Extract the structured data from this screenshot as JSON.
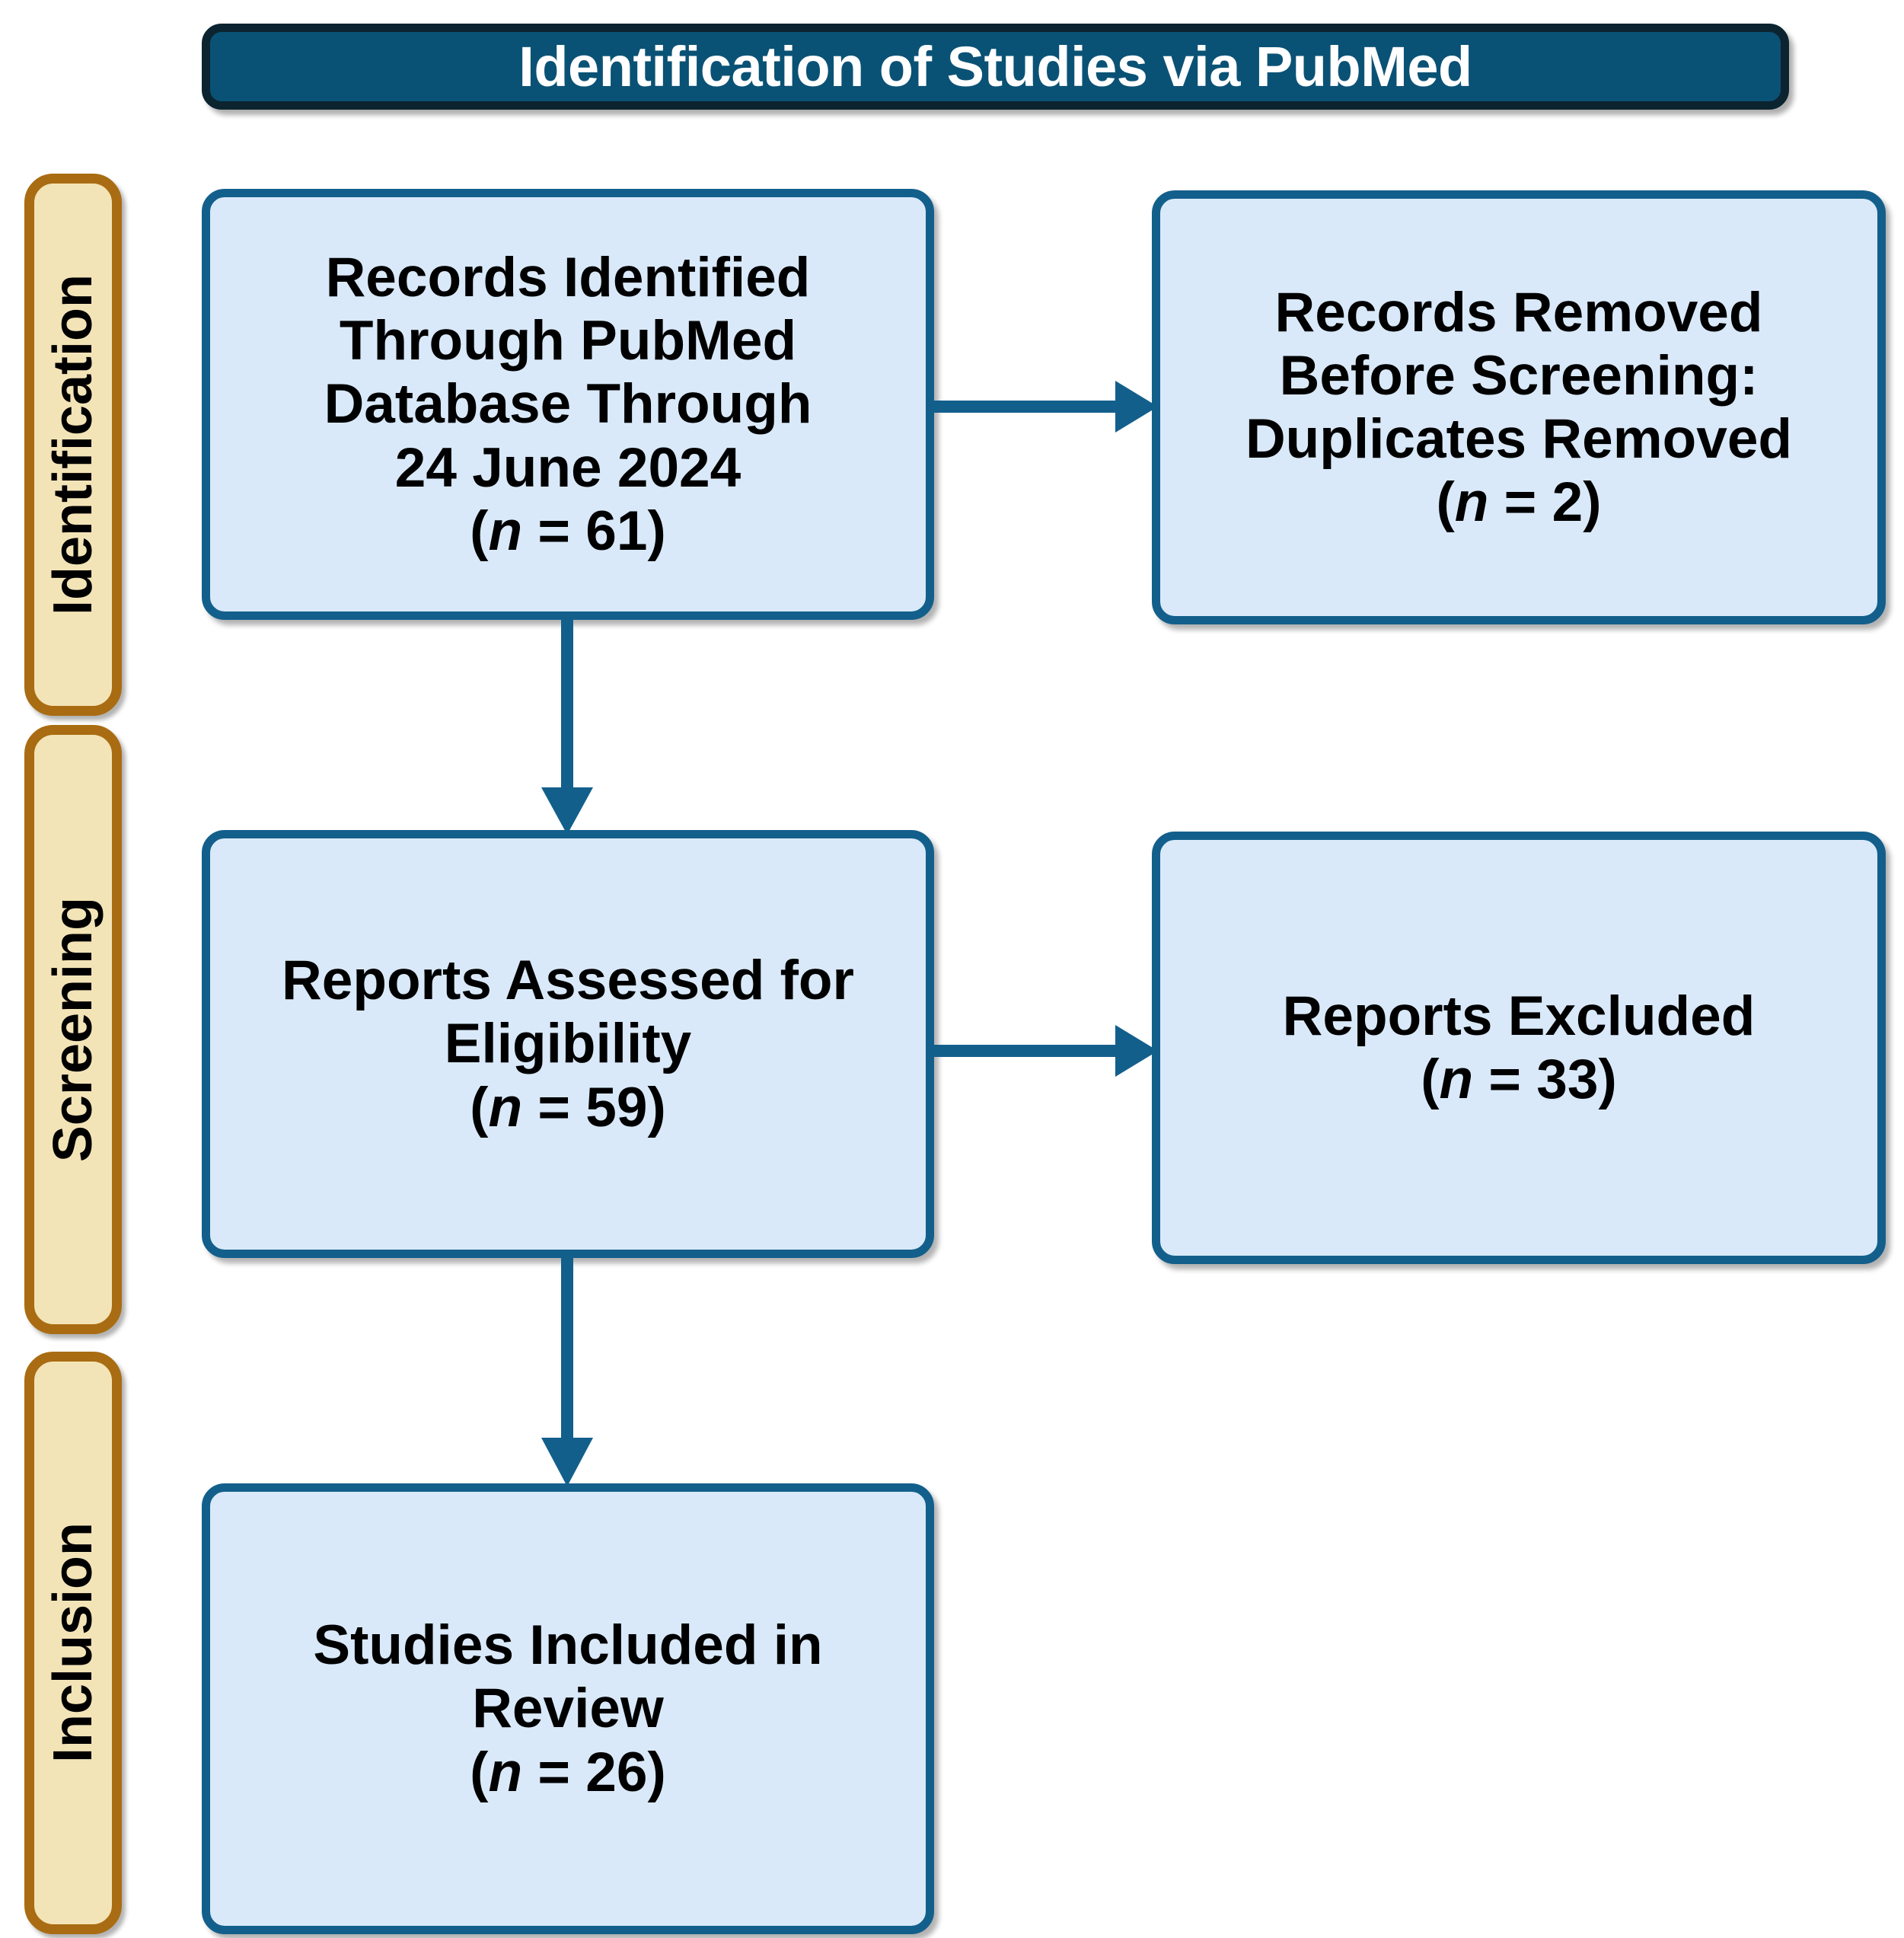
{
  "banner": {
    "title": "Identification of Studies via PubMed"
  },
  "stages": [
    {
      "id": "identification",
      "label": "Identification"
    },
    {
      "id": "screening",
      "label": "Screening"
    },
    {
      "id": "inclusion",
      "label": "Inclusion"
    }
  ],
  "boxes": {
    "identified": {
      "line1": "Records Identified",
      "line2": "Through PubMed",
      "line3": "Database Through",
      "line4": "24 June 2024",
      "n_prefix": "(",
      "n_var": "n",
      "n_eq": " = ",
      "n_value": "61",
      "n_suffix": ")"
    },
    "removed": {
      "line1": "Records Removed",
      "line2": "Before Screening:",
      "line3": "Duplicates Removed",
      "n_prefix": "(",
      "n_var": "n",
      "n_eq": " = ",
      "n_value": "2",
      "n_suffix": ")"
    },
    "assessed": {
      "line1": "Reports Assessed for",
      "line2": "Eligibility",
      "n_prefix": "(",
      "n_var": "n",
      "n_eq": " = ",
      "n_value": "59",
      "n_suffix": ")"
    },
    "excluded": {
      "line1": "Reports Excluded",
      "n_prefix": "(",
      "n_var": "n",
      "n_eq": " = ",
      "n_value": "33",
      "n_suffix": ")"
    },
    "included": {
      "line1": "Studies Included in",
      "line2": "Review",
      "n_prefix": "(",
      "n_var": "n",
      "n_eq": " = ",
      "n_value": "26",
      "n_suffix": ")"
    }
  },
  "arrows": [
    {
      "id": "identified-to-removed",
      "direction": "right"
    },
    {
      "id": "assessed-to-excluded",
      "direction": "right"
    },
    {
      "id": "identified-to-assessed",
      "direction": "down"
    },
    {
      "id": "assessed-to-included",
      "direction": "down"
    }
  ],
  "colors": {
    "banner_fill": "#0a5275",
    "banner_border": "#0c2430",
    "stage_fill": "#f3e4b7",
    "stage_border": "#a96c12",
    "box_fill": "#d9e9f9",
    "box_border": "#135f8c",
    "arrow": "#135f8c",
    "text": "#000000",
    "banner_text": "#ffffff"
  }
}
